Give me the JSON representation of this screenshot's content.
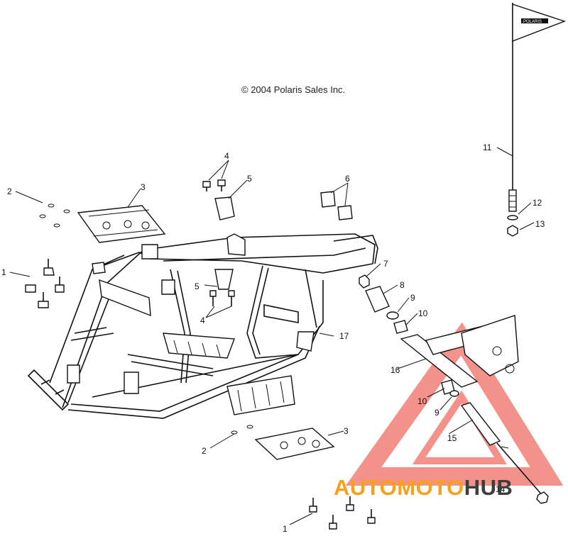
{
  "copyright": "© 2004 Polaris Sales Inc.",
  "flag_text": "POLARIS",
  "watermark": {
    "part1": "AUTOMOTO",
    "part2": "HUB",
    "color1": "#f5a11a",
    "color2": "#3d3d3d",
    "triangle_color": "#e83a2e"
  },
  "callouts": {
    "c1a": "1",
    "c1b": "1",
    "c2a": "2",
    "c2b": "2",
    "c3a": "3",
    "c3b": "3",
    "c4a": "4",
    "c4b": "4",
    "c5a": "5",
    "c5b": "5",
    "c6": "6",
    "c7": "7",
    "c8": "8",
    "c9a": "9",
    "c9b": "9",
    "c10a": "10",
    "c10b": "10",
    "c11": "11",
    "c12": "12",
    "c13": "13",
    "c14": "14",
    "c15": "15",
    "c16": "16",
    "c17": "17"
  }
}
